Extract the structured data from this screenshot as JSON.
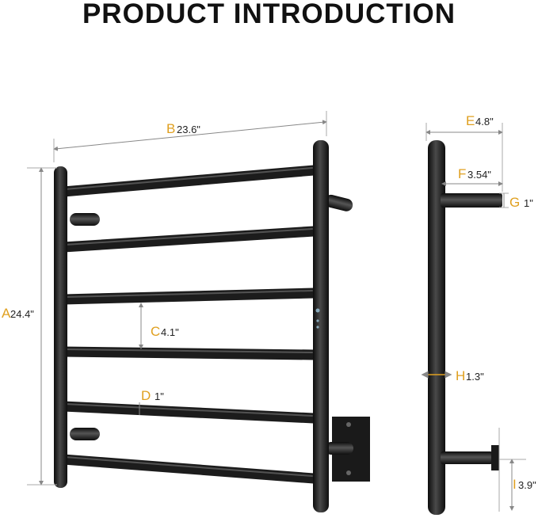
{
  "title": "PRODUCT INTRODUCTION",
  "colors": {
    "accent": "#e0a020",
    "product": "#1c1c1c",
    "dimension_line": "#888888"
  },
  "dimensions": {
    "A": {
      "letter": "A",
      "value": "24.4\""
    },
    "B": {
      "letter": "B",
      "value": "23.6\""
    },
    "C": {
      "letter": "C",
      "value": "4.1\""
    },
    "D": {
      "letter": "D",
      "value": "1\""
    },
    "E": {
      "letter": "E",
      "value": "4.8\""
    },
    "F": {
      "letter": "F",
      "value": "3.54\""
    },
    "G": {
      "letter": "G",
      "value": "1\""
    },
    "H": {
      "letter": "H",
      "value": "1.3\""
    },
    "I": {
      "letter": "I",
      "value": "3.9\""
    }
  }
}
